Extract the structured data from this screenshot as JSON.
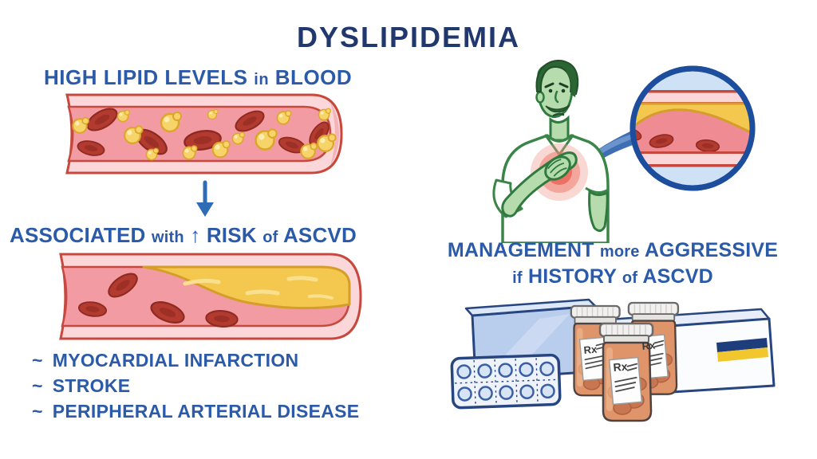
{
  "title": "DYSLIPIDEMIA",
  "left": {
    "heading1": {
      "parts": [
        "HIGH LIPID LEVELS",
        "in",
        "BLOOD"
      ]
    },
    "heading2": {
      "parts": [
        "ASSOCIATED",
        "with",
        "↑ RISK",
        "of",
        "ASCVD"
      ]
    },
    "complications": {
      "bullet": "~",
      "items": [
        "MYOCARDIAL INFARCTION",
        "STROKE",
        "PERIPHERAL ARTERIAL DISEASE"
      ]
    }
  },
  "right": {
    "management": {
      "line1_parts": [
        "MANAGEMENT",
        "more",
        "AGGRESSIVE"
      ],
      "line2_parts": [
        "if",
        "HISTORY",
        "of",
        "ASCVD"
      ]
    },
    "rx_label": "Rx"
  },
  "illustrations": {
    "normal_vessel": "blood-vessel-with-high-lipids",
    "narrowed_vessel": "blood-vessel-with-plaque",
    "down_arrow": "down-arrow-icon",
    "patient": "patient-clutching-chest",
    "magnifier": "magnified-artery-circle",
    "medications": "pill-bottles-blister-pack-and-boxes"
  },
  "colors": {
    "title_navy": "#20386e",
    "heading_blue": "#2b5aa8",
    "arrow_blue": "#2e6cb5",
    "vessel_wall_pink": "#fbd7d9",
    "vessel_outline_red": "#c7493e",
    "lumen_pink": "#f29ba2",
    "rbc_red": "#b23a2f",
    "lipid_yellow": "#f7d469",
    "plaque_yellow": "#f4c84e",
    "magnifier_fill_blue": "#cfe1f5",
    "magnifier_ring_navy": "#1d4e9d",
    "skin_green": "#b6dcae",
    "hair_green": "#2b6534",
    "outline_green": "#2f7a3e",
    "pain_glow_red": "#ea5f52",
    "med_outline_navy": "#27457f",
    "med_box_blue": "#b9cdec",
    "bottle_amber": "#e09469",
    "stripe_navy": "#1e3d7c",
    "stripe_yellow": "#f2c72e"
  }
}
